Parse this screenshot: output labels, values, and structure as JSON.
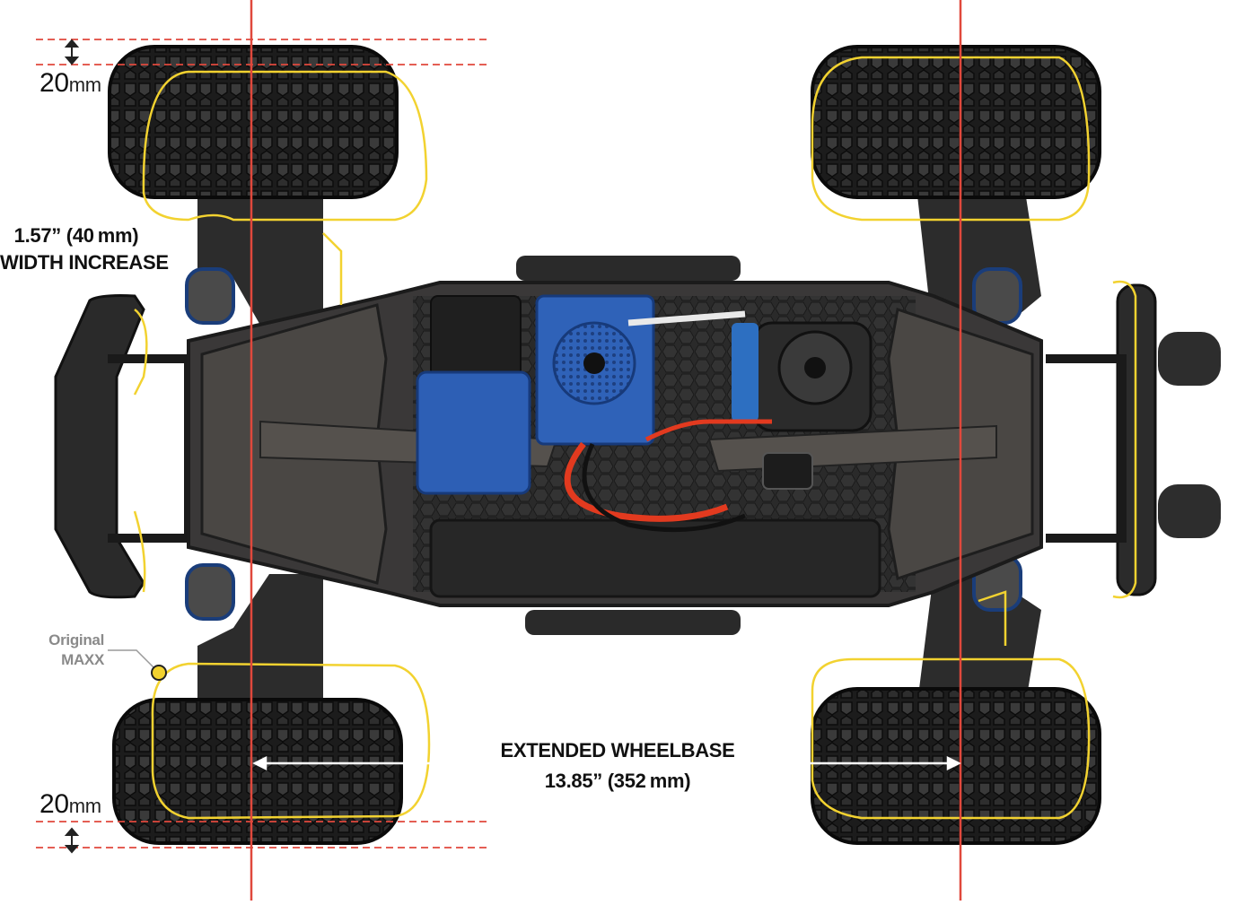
{
  "labels": {
    "top_offset": {
      "value": "20",
      "unit": "mm"
    },
    "bottom_offset": {
      "value": "20",
      "unit": "mm"
    },
    "width_increase": {
      "line1": "1.57” (40 mm)",
      "line2": "WIDTH INCREASE"
    },
    "wheelbase": {
      "line1": "EXTENDED WHEELBASE",
      "line2": "13.85” (352 mm)"
    },
    "legend": {
      "line1": "Original",
      "line2": "MAXX"
    }
  },
  "colors": {
    "guide_line_red": "#e0483c",
    "outline_yellow": "#f2d230",
    "legend_gray": "#9a9a9a",
    "tire": "#1e1e1e",
    "chassis": "#3a3838",
    "esc_blue": "#2f62b8",
    "wire_red": "#e23a1f"
  },
  "icons": {
    "top_dimension_arrow": "double-arrow-vertical-icon",
    "bottom_dimension_arrow": "double-arrow-vertical-icon",
    "wheelbase_arrow": "double-arrow-horizontal-icon",
    "legend_marker": "yellow-dot-icon"
  }
}
